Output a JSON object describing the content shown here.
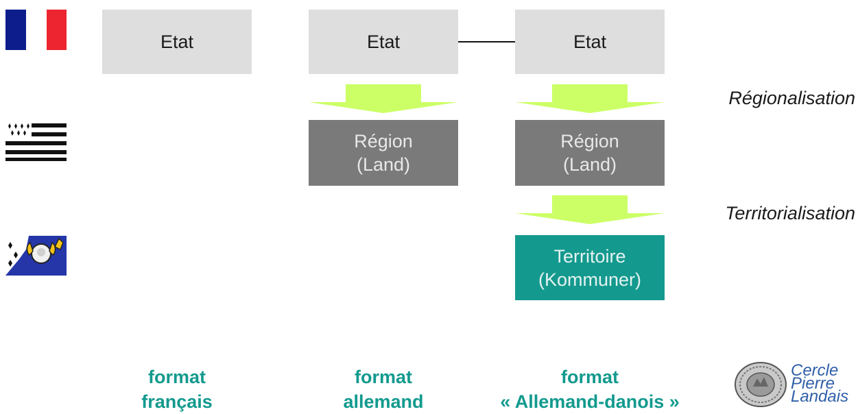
{
  "columns": {
    "francais": {
      "etat": "Etat",
      "format": "format\nfrançais"
    },
    "allemand": {
      "etat": "Etat",
      "region": "Région\n(Land)",
      "format": "format\nallemand"
    },
    "danois": {
      "etat": "Etat",
      "region": "Région\n(Land)",
      "territoire": "Territoire\n(Kommuner)",
      "format": "format\n« Allemand-danois »"
    }
  },
  "labels": {
    "regionalisation": "Régionalisation",
    "territorialisation": "Territorialisation"
  },
  "logo": {
    "text": "Cercle\nPierre\nLandais"
  },
  "colors": {
    "etat_fill": "#dedede",
    "region_fill": "#7a7a7a",
    "territoire_fill": "#14998e",
    "arrow": "#ccff66",
    "format_text": "#139a8e",
    "logo_text": "#2f5ea8"
  },
  "icons": [
    "flag-france-icon",
    "flag-brittany-icon",
    "flag-pays-de-la-loire-icon",
    "cercle-pierre-landais-seal-icon"
  ]
}
